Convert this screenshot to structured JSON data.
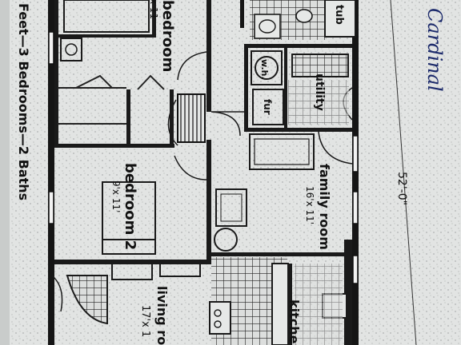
{
  "header_caption": "Feet—3 Bedrooms—2 Baths",
  "rooms": {
    "bedroom_top": {
      "name": "bedroom",
      "size": "x 11"
    },
    "bedroom_2": {
      "name": "bedroom 2",
      "size": "9'x 11'"
    },
    "family_room": {
      "name": "family room",
      "size": "16'x 11'"
    },
    "living_room": {
      "name": "living ro",
      "size": "17'x 1"
    },
    "kitchen": {
      "name": "kitchen"
    },
    "utility": {
      "name": "utility"
    },
    "tub": {
      "name": "tub"
    }
  },
  "appliances": {
    "water_heater": "w.h.",
    "furnace": "fur"
  },
  "dimension": "52'-0\"",
  "handwritten_note": "Cardinal"
}
